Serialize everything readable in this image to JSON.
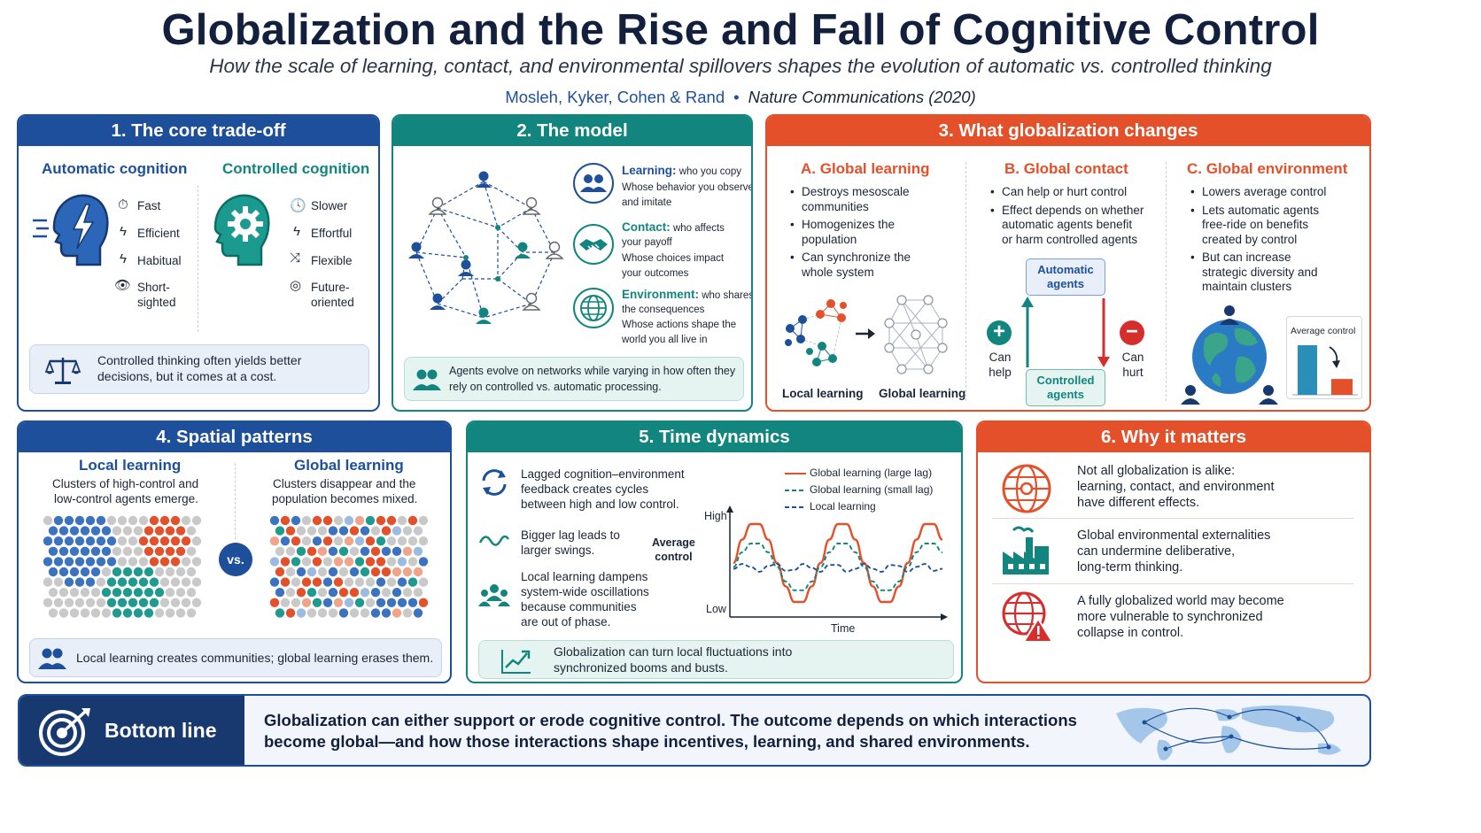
{
  "header": {
    "title": "Globalization and the Rise and Fall of Cognitive Control",
    "subtitle": "How the scale of learning, contact, and environmental spillovers shapes the evolution of automatic vs. controlled thinking",
    "authors": "Mosleh, Kyker, Cohen & Rand",
    "separator": "•",
    "journal": "Nature Communications (2020)"
  },
  "colors": {
    "blue": "#1d4f9a",
    "teal": "#12867e",
    "orange": "#e3502a",
    "navy": "#13203d"
  },
  "panel1": {
    "title": "1. The core trade-off",
    "automatic": {
      "heading": "Automatic cognition",
      "traits": [
        "Fast",
        "Efficient",
        "Habitual",
        "Short-",
        "sighted"
      ]
    },
    "controlled": {
      "heading": "Controlled cognition",
      "traits": [
        "Slower",
        "Effortful",
        "Flexible",
        "Future-",
        "oriented"
      ]
    },
    "icons": [
      "head-lightning-icon",
      "head-gear-icon",
      "clock-icon",
      "lightning-icon",
      "eye-icon",
      "target-icon",
      "shuffle-icon",
      "balance-scale-icon"
    ],
    "callout": [
      "Controlled thinking often yields better",
      "decisions, but it comes at a cost."
    ]
  },
  "panel2": {
    "title": "2. The model",
    "learning": {
      "label": "Learning:",
      "lead": " who you copy",
      "lines": [
        "Whose behavior you observe",
        "and imitate"
      ]
    },
    "contact": {
      "label": "Contact:",
      "lead": " who affects",
      "line2": "your payoff",
      "lines": [
        "Whose choices impact",
        "your outcomes"
      ]
    },
    "environment": {
      "label": "Environment:",
      "lead": " who shares",
      "line2": "the consequences",
      "lines": [
        "Whose actions shape the",
        "world you all live in"
      ]
    },
    "callout": [
      "Agents evolve on networks while varying in how often they",
      "rely on controlled vs. automatic processing."
    ]
  },
  "panel3": {
    "title": "3. What globalization changes",
    "a": {
      "heading": "A. Global learning",
      "bullets": [
        [
          "Destroys mesoscale",
          "communities"
        ],
        [
          "Homogenizes the",
          "population"
        ],
        [
          "Can synchronize the",
          "whole system"
        ]
      ],
      "left_label": "Local learning",
      "right_label": "Global learning"
    },
    "b": {
      "heading": "B. Global contact",
      "bullets": [
        [
          "Can help or hurt control"
        ],
        [
          "Effect depends on whether",
          "automatic agents benefit",
          "or harm controlled agents"
        ]
      ],
      "top_box": [
        "Automatic",
        "agents"
      ],
      "bottom_box": [
        "Controlled",
        "agents"
      ],
      "help": [
        "Can",
        "help"
      ],
      "hurt": [
        "Can",
        "hurt"
      ],
      "plus": "+",
      "minus": "−"
    },
    "c": {
      "heading": "C. Global environment",
      "bullets": [
        [
          "Lowers average control"
        ],
        [
          "Lets automatic agents",
          "free-ride on benefits",
          "created by control"
        ],
        [
          "But can increase",
          "strategic diversity and",
          "maintain clusters"
        ]
      ],
      "mini_chart_title": "Average control",
      "mini_chart_values": [
        1.0,
        0.32
      ]
    }
  },
  "panel4": {
    "title": "4. Spatial patterns",
    "local": {
      "heading": "Local learning",
      "lines": [
        "Clusters of high-control and",
        "low-control agents emerge."
      ]
    },
    "global": {
      "heading": "Global learning",
      "lines": [
        "Clusters disappear and the",
        "population becomes mixed."
      ]
    },
    "vs": "vs.",
    "callout": "Local learning creates communities; global learning erases them."
  },
  "panel5": {
    "title": "5. Time dynamics",
    "points": [
      {
        "icon": "cycle-icon",
        "lines": [
          "Lagged cognition–environment",
          "feedback creates cycles",
          "between high and low control."
        ]
      },
      {
        "icon": "wave-icon",
        "lines": [
          "Bigger lag leads to",
          "larger swings."
        ]
      },
      {
        "icon": "group-icon",
        "lines": [
          "Local learning dampens",
          "system-wide oscillations",
          "because communities",
          "are out of phase."
        ]
      }
    ],
    "chart": {
      "ylabel": [
        "Average",
        "control"
      ],
      "high": "High",
      "low": "Low",
      "xlabel": "Time",
      "legend": [
        "Global learning (large lag)",
        "Global learning (small lag)",
        "Local learning"
      ]
    },
    "callout": [
      "Globalization can turn local fluctuations into",
      "synchronized booms and busts."
    ]
  },
  "chart_data": {
    "type": "line",
    "title": "",
    "xlabel": "Time",
    "ylabel": "Average control",
    "ytick_labels": [
      "Low",
      "High"
    ],
    "ylim": [
      0,
      1
    ],
    "legend": "top",
    "x": [
      0,
      0.5,
      1,
      1.5,
      2,
      2.5,
      3,
      3.5,
      4,
      4.5,
      5,
      5.5,
      6,
      6.5,
      7,
      7.5,
      8,
      8.5,
      9,
      9.5,
      10,
      10.5,
      11,
      11.5,
      12
    ],
    "series": [
      {
        "name": "Global learning (large lag)",
        "color": "#e3502a",
        "style": "solid",
        "values": [
          0.5,
          0.74,
          0.9,
          0.9,
          0.74,
          0.5,
          0.26,
          0.1,
          0.1,
          0.26,
          0.5,
          0.74,
          0.9,
          0.9,
          0.74,
          0.5,
          0.26,
          0.1,
          0.1,
          0.26,
          0.5,
          0.74,
          0.9,
          0.9,
          0.74
        ]
      },
      {
        "name": "Global learning (small lag)",
        "color": "#12867e",
        "style": "dashed",
        "values": [
          0.46,
          0.61,
          0.7,
          0.7,
          0.61,
          0.46,
          0.31,
          0.22,
          0.22,
          0.31,
          0.46,
          0.61,
          0.7,
          0.7,
          0.61,
          0.46,
          0.31,
          0.22,
          0.22,
          0.31,
          0.46,
          0.61,
          0.7,
          0.7,
          0.61
        ]
      },
      {
        "name": "Local learning",
        "color": "#1d4f9a",
        "style": "dashed",
        "values": [
          0.44,
          0.49,
          0.46,
          0.41,
          0.47,
          0.49,
          0.42,
          0.43,
          0.49,
          0.45,
          0.41,
          0.48,
          0.48,
          0.41,
          0.44,
          0.49,
          0.44,
          0.41,
          0.48,
          0.47,
          0.41,
          0.46,
          0.49,
          0.42,
          0.44
        ]
      }
    ]
  },
  "panel6": {
    "title": "6. Why it matters",
    "items": [
      {
        "icon": "globe-network-icon",
        "lines": [
          "Not all globalization is alike:",
          "learning, contact, and environment",
          "have different effects."
        ]
      },
      {
        "icon": "factory-icon",
        "lines": [
          "Global environmental externalities",
          "can undermine deliberative,",
          "long-term thinking."
        ]
      },
      {
        "icon": "globe-warning-icon",
        "lines": [
          "A fully globalized world may become",
          "more vulnerable to synchronized",
          "collapse in control."
        ]
      }
    ]
  },
  "bottom_line": {
    "label": "Bottom line",
    "text": [
      "Globalization can either support or erode cognitive control. The outcome depends on which interactions",
      "become global—and how those interactions shape incentives, learning, and shared environments."
    ]
  }
}
